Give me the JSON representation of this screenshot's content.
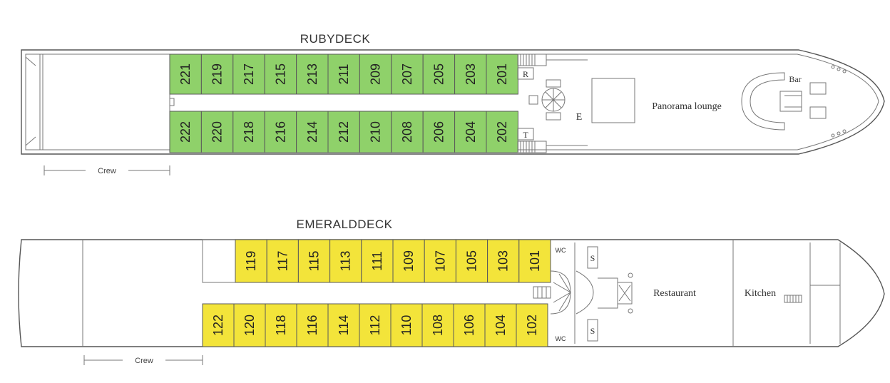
{
  "colors": {
    "ruby_cabin": "#8fd16a",
    "emerald_cabin": "#f3e43a"
  },
  "ruby": {
    "title": "RUBYDECK",
    "cabins_top": [
      "221",
      "219",
      "217",
      "215",
      "213",
      "211",
      "209",
      "207",
      "205",
      "203",
      "201"
    ],
    "cabins_bottom": [
      "222",
      "220",
      "218",
      "216",
      "214",
      "212",
      "210",
      "208",
      "206",
      "204",
      "202"
    ],
    "lounge": "Panorama lounge",
    "bar": "Bar",
    "elevator": "E",
    "reception": "R",
    "toilet": "T",
    "crew": "Crew"
  },
  "emerald": {
    "title": "EMERALDDECK",
    "cabins_top": [
      "119",
      "117",
      "115",
      "113",
      "111",
      "109",
      "107",
      "105",
      "103",
      "101"
    ],
    "cabins_bottom": [
      "122",
      "120",
      "118",
      "116",
      "114",
      "112",
      "110",
      "108",
      "106",
      "104",
      "102"
    ],
    "restaurant": "Restaurant",
    "kitchen": "Kitchen",
    "wc_top": "WC",
    "wc_bottom": "WC",
    "store_top": "S",
    "store_bottom": "S",
    "crew": "Crew"
  }
}
